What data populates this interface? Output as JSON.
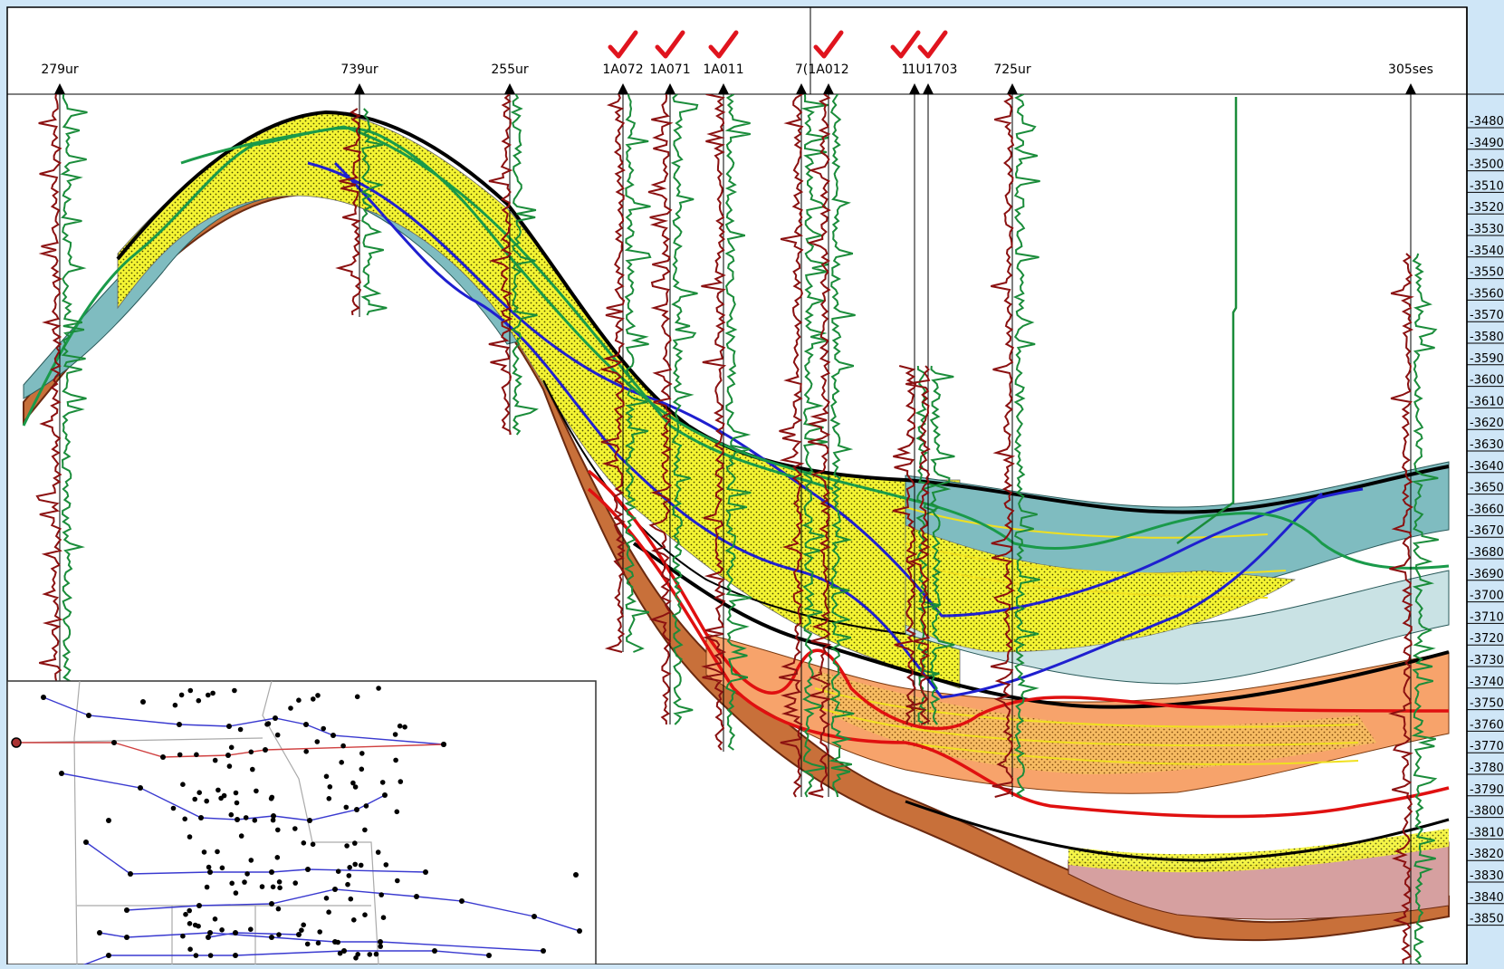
{
  "wells": [
    {
      "label": "279ur",
      "checked": false
    },
    {
      "label": "739ur",
      "checked": false
    },
    {
      "label": "255ur",
      "checked": false
    },
    {
      "label": "1A072",
      "checked": true
    },
    {
      "label": "1A071",
      "checked": true
    },
    {
      "label": "1A011",
      "checked": true
    },
    {
      "label": "7(",
      "checked": false
    },
    {
      "label": "1A012",
      "checked": true
    },
    {
      "label": "1",
      "checked": true
    },
    {
      "label": "1U1703",
      "checked": true
    },
    {
      "label": "725ur",
      "checked": false
    },
    {
      "label": "305ses",
      "checked": false
    }
  ],
  "depth_scale": {
    "ticks": [
      "-3480",
      "-3490",
      "-3500",
      "-3510",
      "-3520",
      "-3530",
      "-3540",
      "-3550",
      "-3560",
      "-3570",
      "-3580",
      "-3590",
      "-3600",
      "-3610",
      "-3620",
      "-3630",
      "-3640",
      "-3650",
      "-3660",
      "-3670",
      "-3680",
      "-3690",
      "-3700",
      "-3710",
      "-3720",
      "-3730",
      "-3740",
      "-3750",
      "-3760",
      "-3770",
      "-3780",
      "-3790",
      "-3800",
      "-3810",
      "-3820",
      "-3830",
      "-3840",
      "-3850"
    ]
  },
  "colors": {
    "background": "#cfe6f7",
    "panel": "#ffffff",
    "teal_layer": "#7fbcc0",
    "light_teal_layer": "#c9e2e4",
    "yellow_sand": "#f5f533",
    "orange_layer": "#f7a36b",
    "brown_layer": "#c8703a",
    "pink_layer": "#d6a0a0",
    "gamma_log": "#1a8c3a",
    "resistivity_log": "#8b1010",
    "checkmark": "#e0141e",
    "blue_horizon": "#1f1fcf",
    "red_horizon": "#e01010"
  },
  "map_inset": {
    "profile_lines": 8,
    "highlighted_line_color": "#d04040",
    "line_color": "#3a3ad0"
  }
}
